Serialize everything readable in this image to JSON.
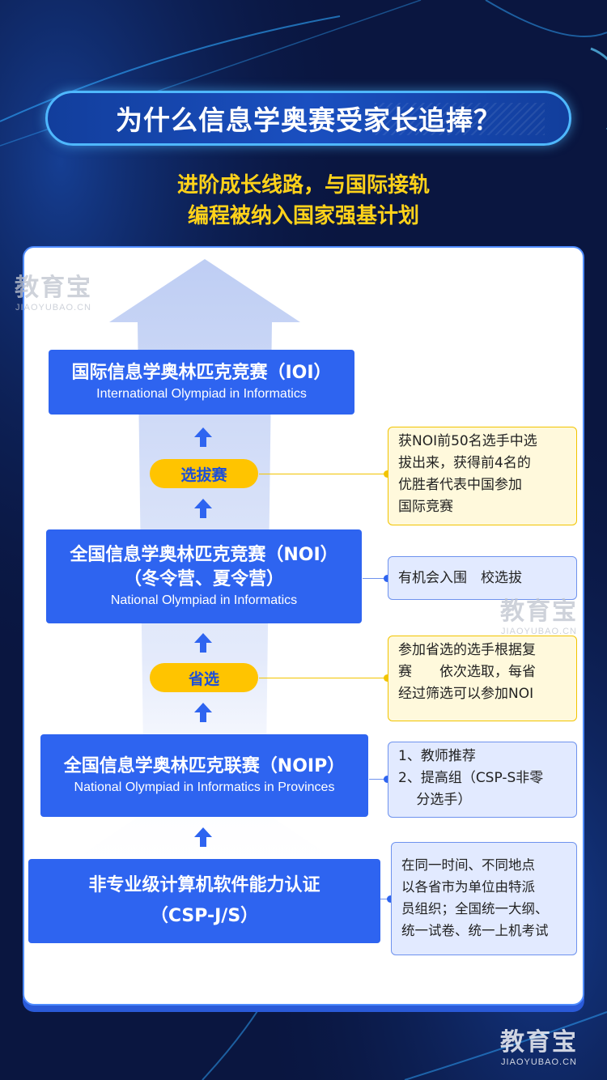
{
  "title": "为什么信息学奥赛受家长追捧？",
  "subtitle_1": "进阶成长线路，与国际接轨",
  "subtitle_2": "编程被纳入国家强基计划",
  "levels": {
    "ioi": {
      "cn": "国际信息学奥林匹克竞赛（IOI）",
      "en": "International Olympiad in Informatics"
    },
    "noi": {
      "cn1": "全国信息学奥林匹克竞赛（NOI）",
      "cn2": "（冬令营、夏令营）",
      "en": "National Olympiad in Informatics"
    },
    "noip": {
      "cn": "全国信息学奥林匹克联赛（NOIP）",
      "en": "National Olympiad in Informatics in Provinces"
    },
    "csp": {
      "cn1": "非专业级计算机软件能力认证",
      "cn2": "（CSP-J/S）"
    }
  },
  "stages": {
    "selection": "选拔赛",
    "provincial": "省选"
  },
  "notes": {
    "ioi": [
      "获NOI前50名选手中选",
      "拔出来，获得前4名的",
      "优胜者代表中国参加",
      "国际竞赛"
    ],
    "noi": [
      "有机会入围　校选拔"
    ],
    "provincial": [
      "参加省选的选手根据复",
      "赛　　依次选取，每省",
      "经过筛选可以参加NOI"
    ],
    "noip": [
      "1、教师推荐",
      "2、提高组（CSP-S非零",
      "　  分选手）"
    ],
    "csp": [
      "在同一时间、不同地点",
      "以各省市为单位由特派",
      "员组织；全国统一大纲、",
      "统一试卷、统一上机考试"
    ]
  },
  "watermark": {
    "logo": "教育宝",
    "url": "JIAOYUBAO.CN"
  },
  "colors": {
    "background": "#0a1640",
    "box": "#2e64f0",
    "pill": "#ffc400",
    "accent_text": "#ffd21a",
    "arrow": "#2e64f0"
  }
}
